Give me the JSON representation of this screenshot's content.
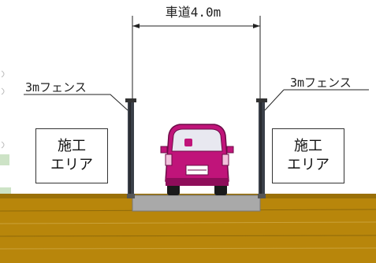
{
  "road_width_label": "車道4.0m",
  "left_fence_label": "3mフェンス",
  "right_fence_label": "3mフェンス",
  "left_area": {
    "line1": "施工",
    "line2": "エリア"
  },
  "right_area": {
    "line1": "施工",
    "line2": "エリア"
  },
  "colors": {
    "ground": "#b8860b",
    "road": "#a9a9a9",
    "vehicle": "#c0147a",
    "fence": "#3a3f48"
  }
}
